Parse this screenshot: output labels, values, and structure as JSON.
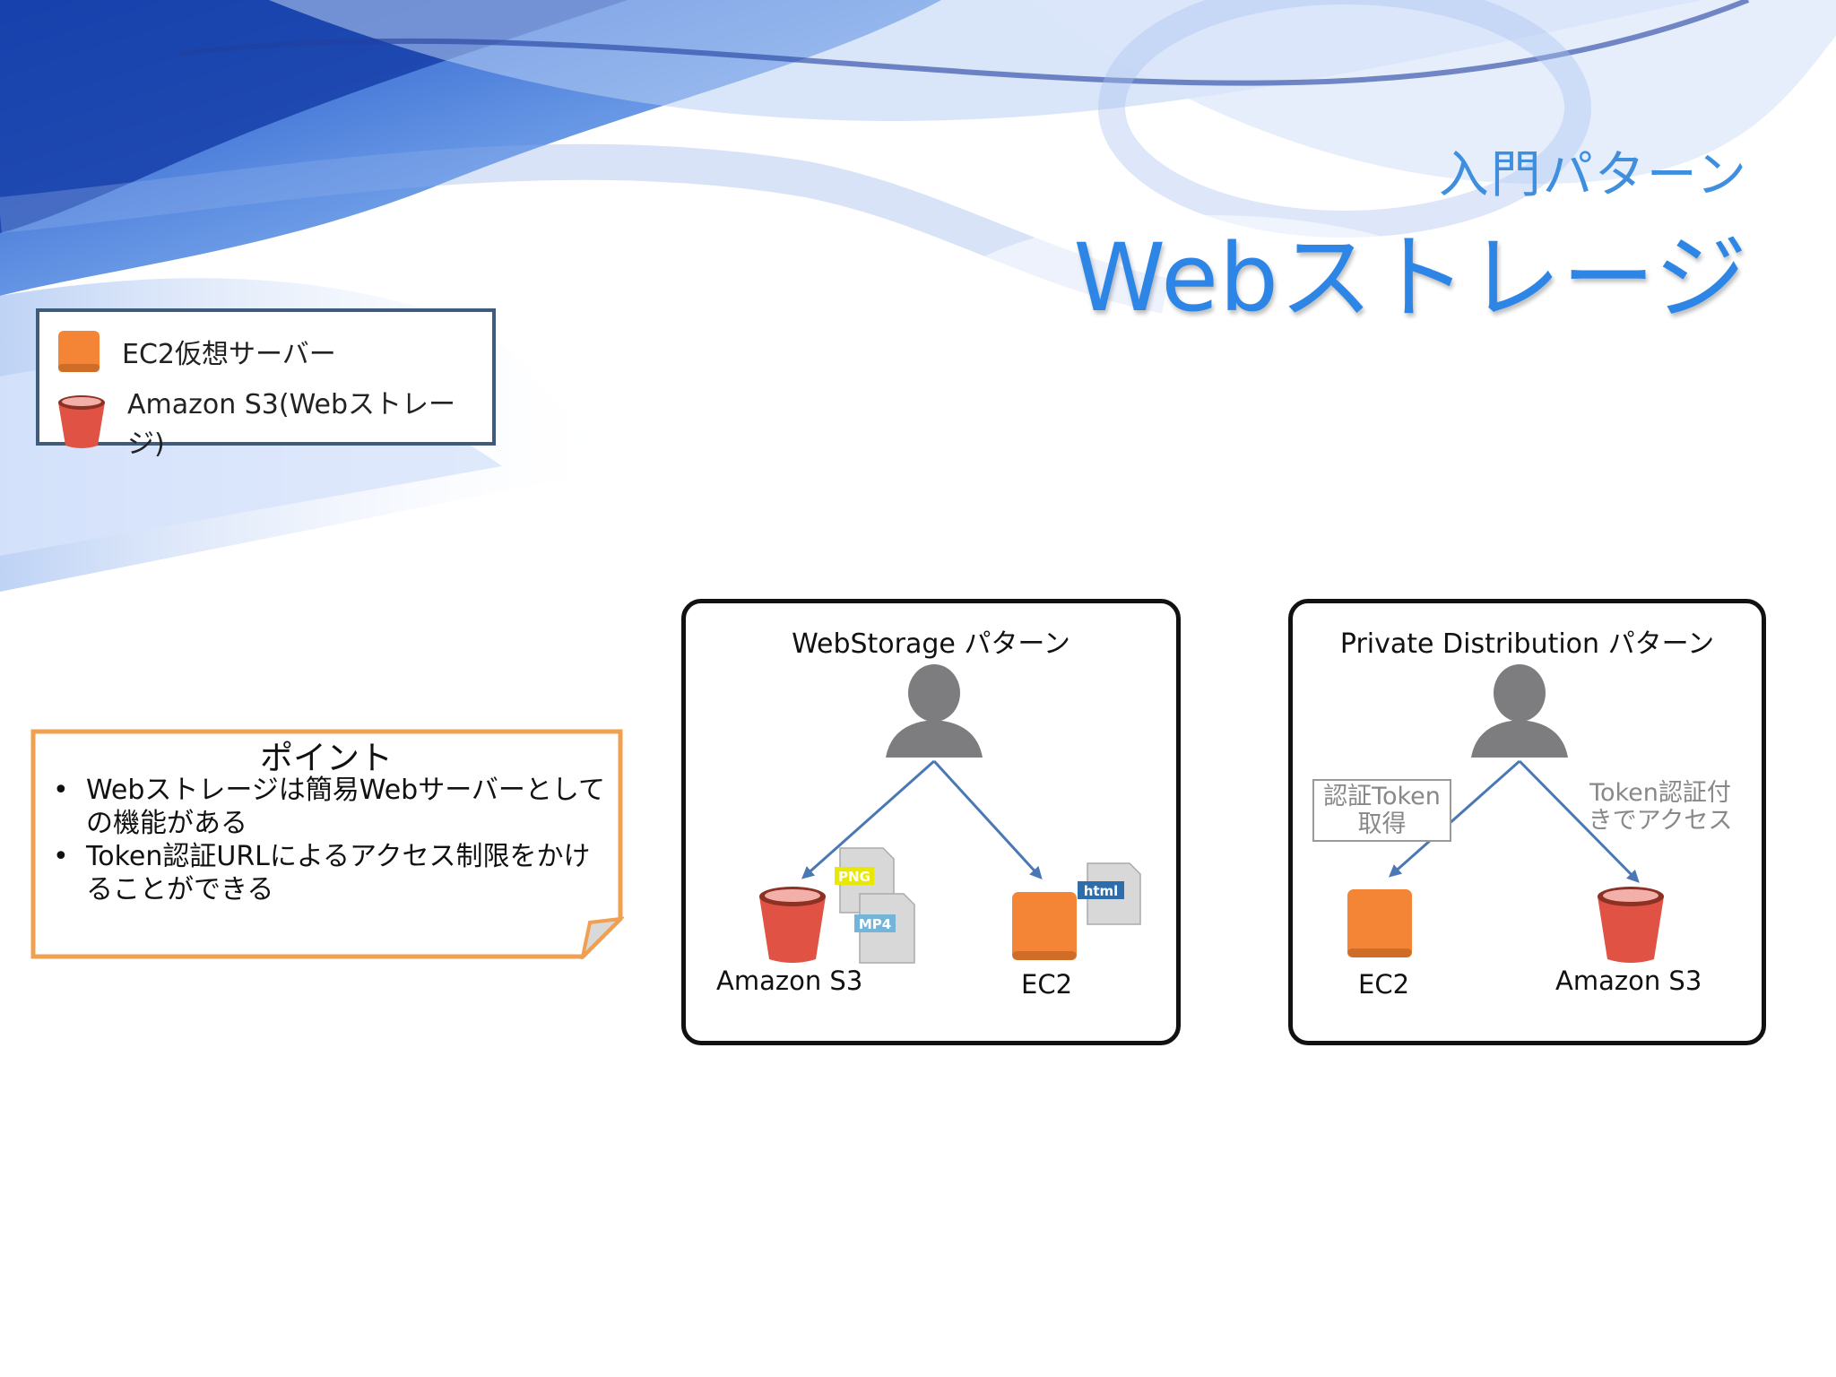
{
  "header": {
    "subtitle": "入門パターン",
    "title": "Webストレージ"
  },
  "legend": {
    "items": [
      {
        "icon": "ec2-instance-icon",
        "label": "EC2仮想サーバー"
      },
      {
        "icon": "s3-bucket-icon",
        "label": "Amazon S3(Webストレージ)"
      }
    ]
  },
  "point": {
    "title": "ポイント",
    "bullets": [
      "Webストレージは簡易Webサーバーとしての機能がある",
      "Token認証URLによるアクセス制限をかけることができる"
    ]
  },
  "webstorage_panel": {
    "title": "WebStorage パターン",
    "s3_label": "Amazon S3",
    "ec2_label": "EC2",
    "file_png": "PNG",
    "file_mp4": "MP4",
    "file_html": "html"
  },
  "private_panel": {
    "title": "Private Distribution パターン",
    "ec2_label": "EC2",
    "s3_label": "Amazon S3",
    "left_note": "認証Token取得",
    "right_note": "Token認証付きでアクセス"
  },
  "colors": {
    "title_blue": "#2d86e6",
    "ec2_orange": "#f58536",
    "s3_red": "#e05243",
    "legend_border": "#3e5a7d",
    "point_border": "#f0a050",
    "arrow": "#4a78b4",
    "user_gray": "#7d7d7f"
  }
}
